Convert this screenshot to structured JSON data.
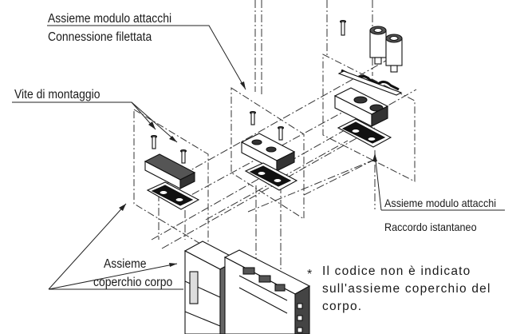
{
  "labels": {
    "module_threaded_line1": "Assieme modulo attacchi",
    "module_threaded_line2": "Connessione filettata",
    "mounting_screw": "Vite di montaggio",
    "cover_line1": "Assieme",
    "cover_line2": "coperchio corpo",
    "module_instant_line1": "Assieme modulo attacchi",
    "module_instant_line2": "Raccordo istantaneo"
  },
  "note": {
    "mark": "*",
    "line1": "Il codice non è indicato",
    "line2": "sull'assieme coperchio del",
    "line3": "corpo."
  }
}
